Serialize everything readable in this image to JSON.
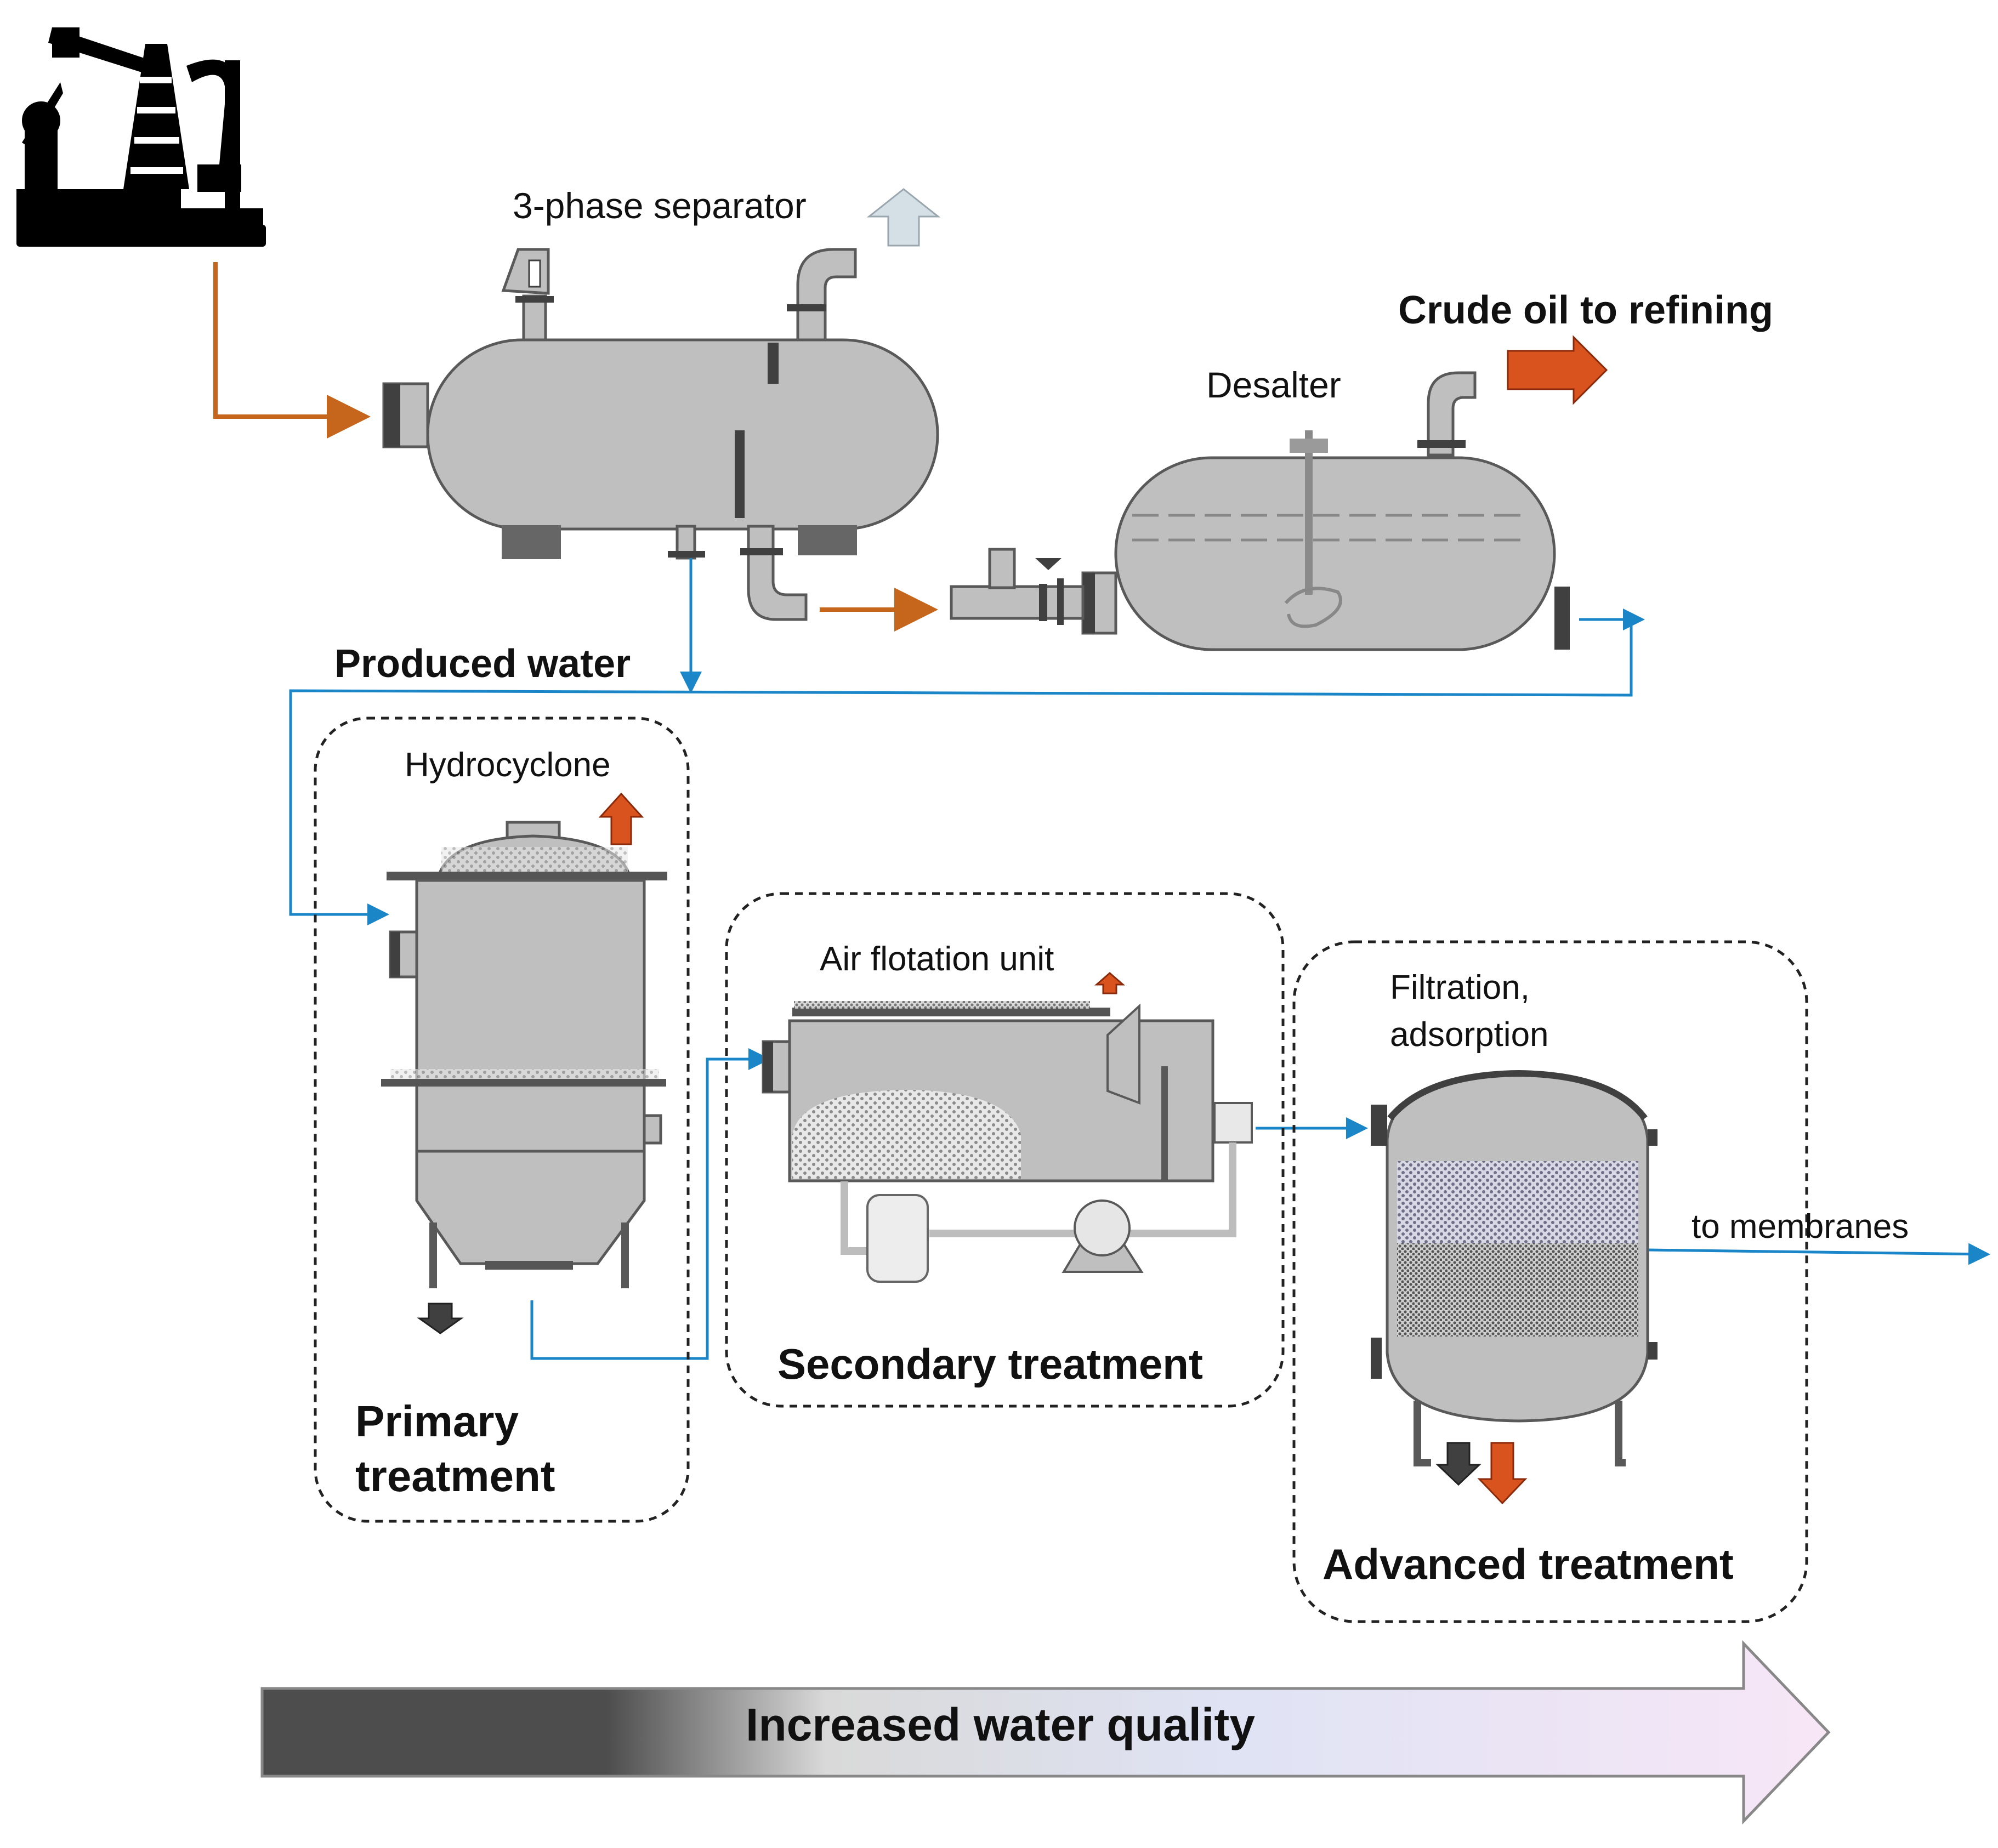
{
  "labels": {
    "separator": "3-phase separator",
    "crude_oil": "Crude oil to refining",
    "desalter": "Desalter",
    "produced_water": "Produced water",
    "hydrocyclone": "Hydrocyclone",
    "air_flotation": "Air flotation unit",
    "filtration_line1": "Filtration,",
    "filtration_line2": "adsorption",
    "to_membranes": "to membranes",
    "primary_line1": "Primary",
    "primary_line2": "treatment",
    "secondary": "Secondary treatment",
    "advanced": "Advanced treatment",
    "quality_arrow": "Increased water quality"
  },
  "icons": {
    "well": "oil-pumpjack-icon"
  },
  "colors": {
    "oil_flow": "#c5661c",
    "water_flow": "#1a86c8",
    "vessel_fill": "#bfbfbf",
    "vessel_stroke": "#595959",
    "product_arrow": "#d9531e",
    "gas_arrow": "#d4dfe6",
    "waste_arrow": "#404040",
    "quality_gradient": [
      "#4d4d4d",
      "#4d4d4d",
      "#d9d9d9",
      "#dfe3f4",
      "#f7e6f6"
    ]
  }
}
